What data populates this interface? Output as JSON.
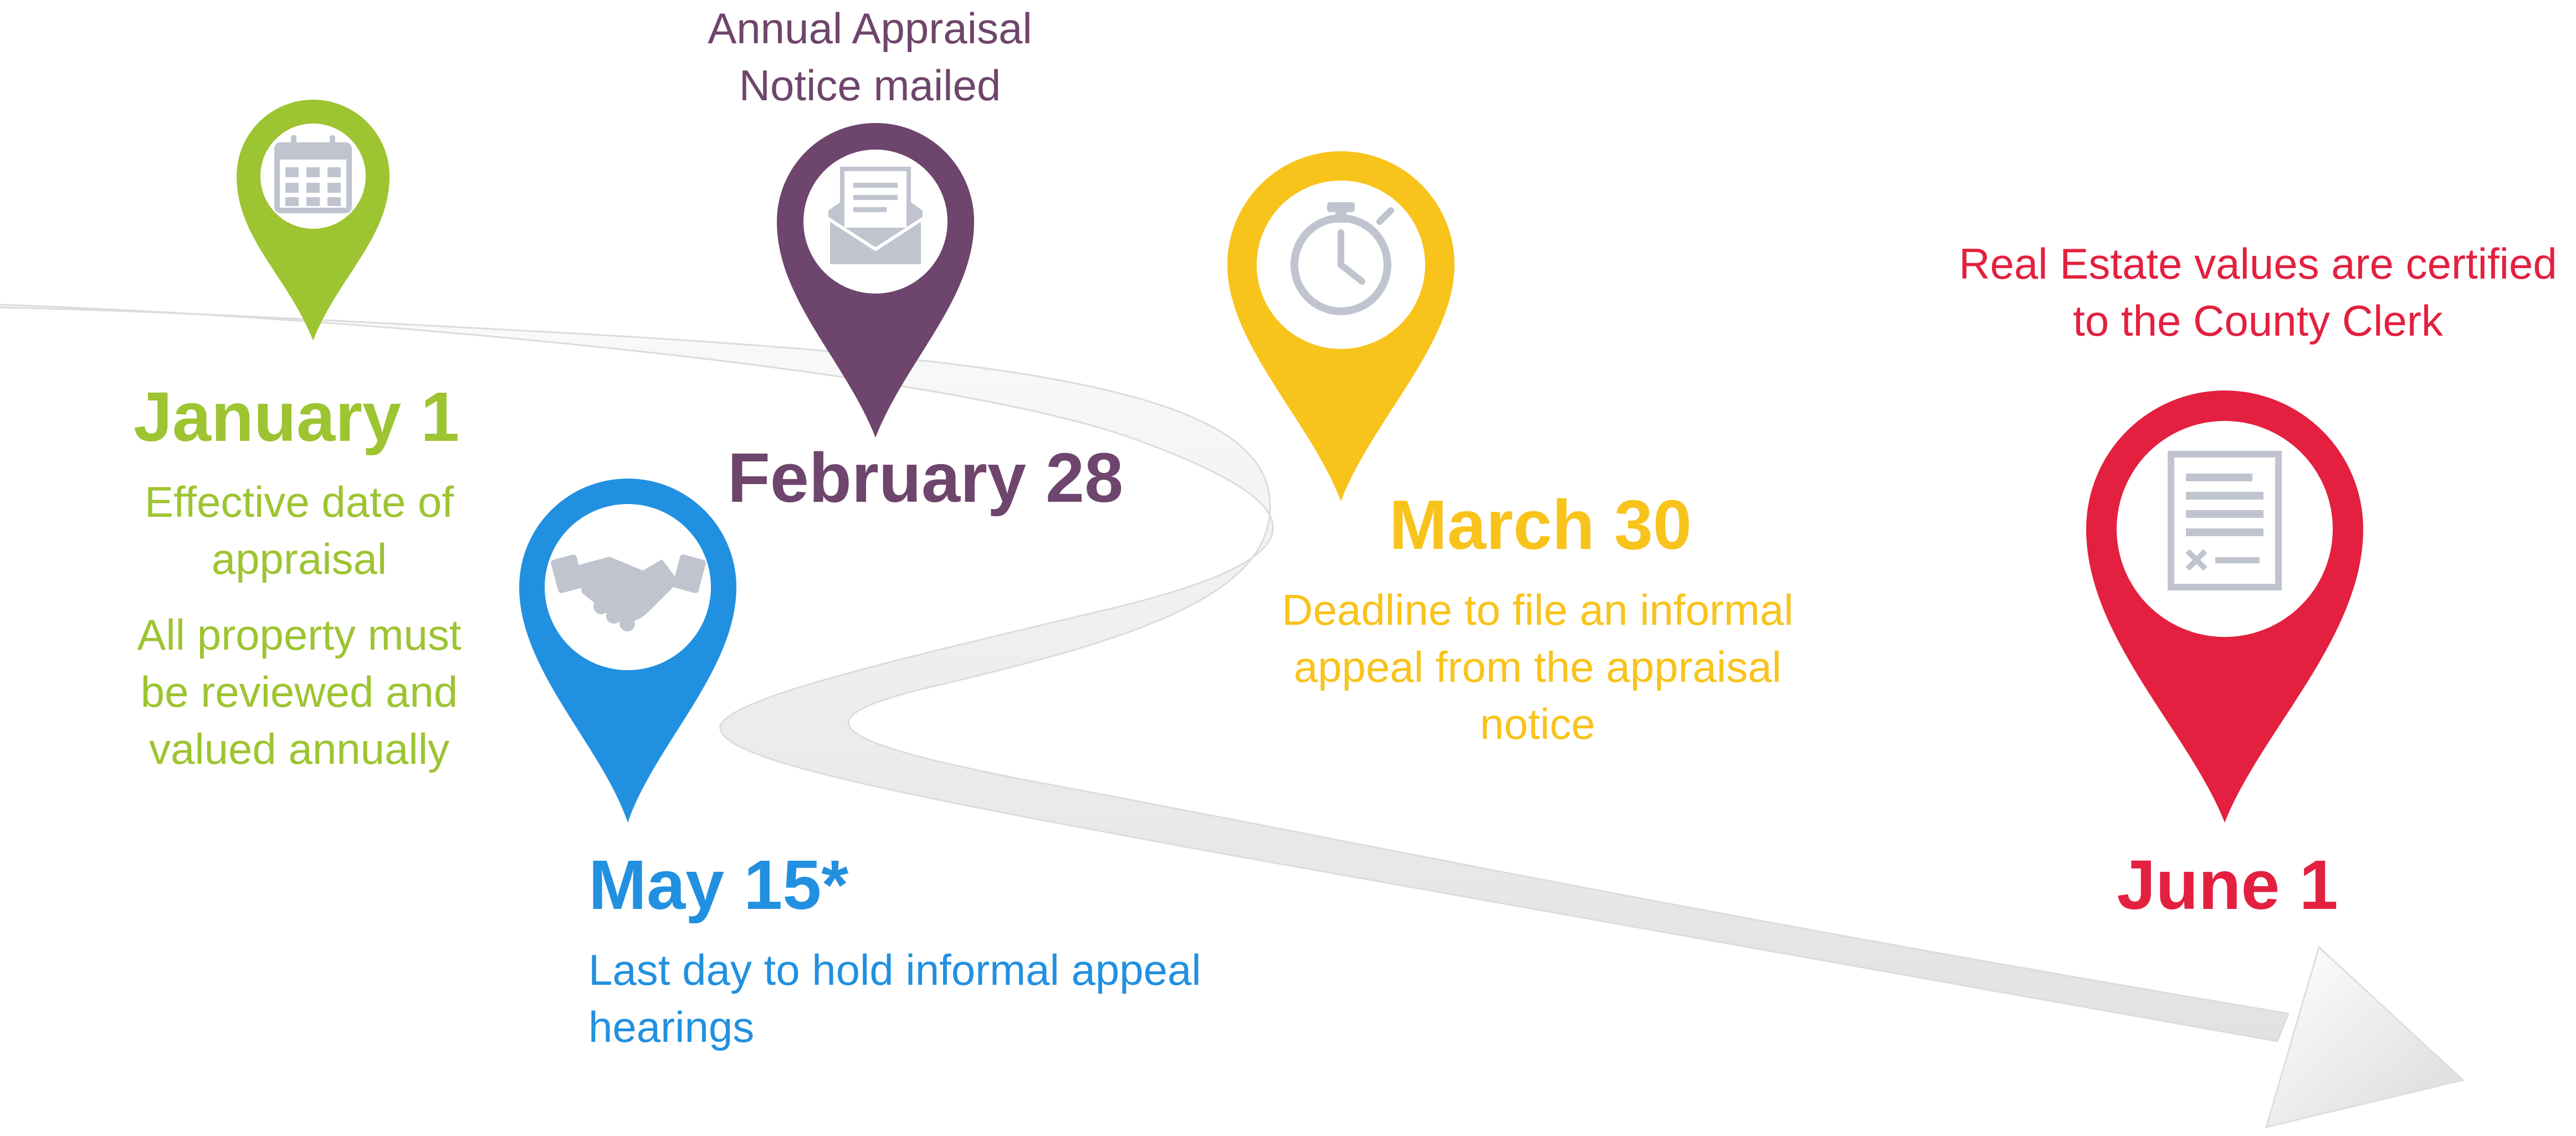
{
  "colors": {
    "green": "#9dc431",
    "purple": "#6e456c",
    "yellow": "#f8c31b",
    "blue": "#2290e0",
    "red": "#e3203f",
    "icon": "#bfc4cf",
    "road": "#eeeeee"
  },
  "milestones": [
    {
      "id": "january",
      "date": "January 1",
      "icon": "calendar-icon",
      "color": "green",
      "descriptions": [
        "Effective date of appraisal",
        "All property must be reviewed and valued annually"
      ]
    },
    {
      "id": "february",
      "date": "February 28",
      "icon": "envelope-icon",
      "color": "purple",
      "caption": "Annual Appraisal Notice mailed"
    },
    {
      "id": "march",
      "date": "March 30",
      "icon": "stopwatch-icon",
      "color": "yellow",
      "description": "Deadline to file an informal appeal from the appraisal notice"
    },
    {
      "id": "may",
      "date": "May 15*",
      "icon": "handshake-icon",
      "color": "blue",
      "description": "Last day to hold informal appeal hearings"
    },
    {
      "id": "june",
      "date": "June 1",
      "icon": "document-icon",
      "color": "red",
      "caption": "Real Estate values are certified to the County Clerk"
    }
  ]
}
